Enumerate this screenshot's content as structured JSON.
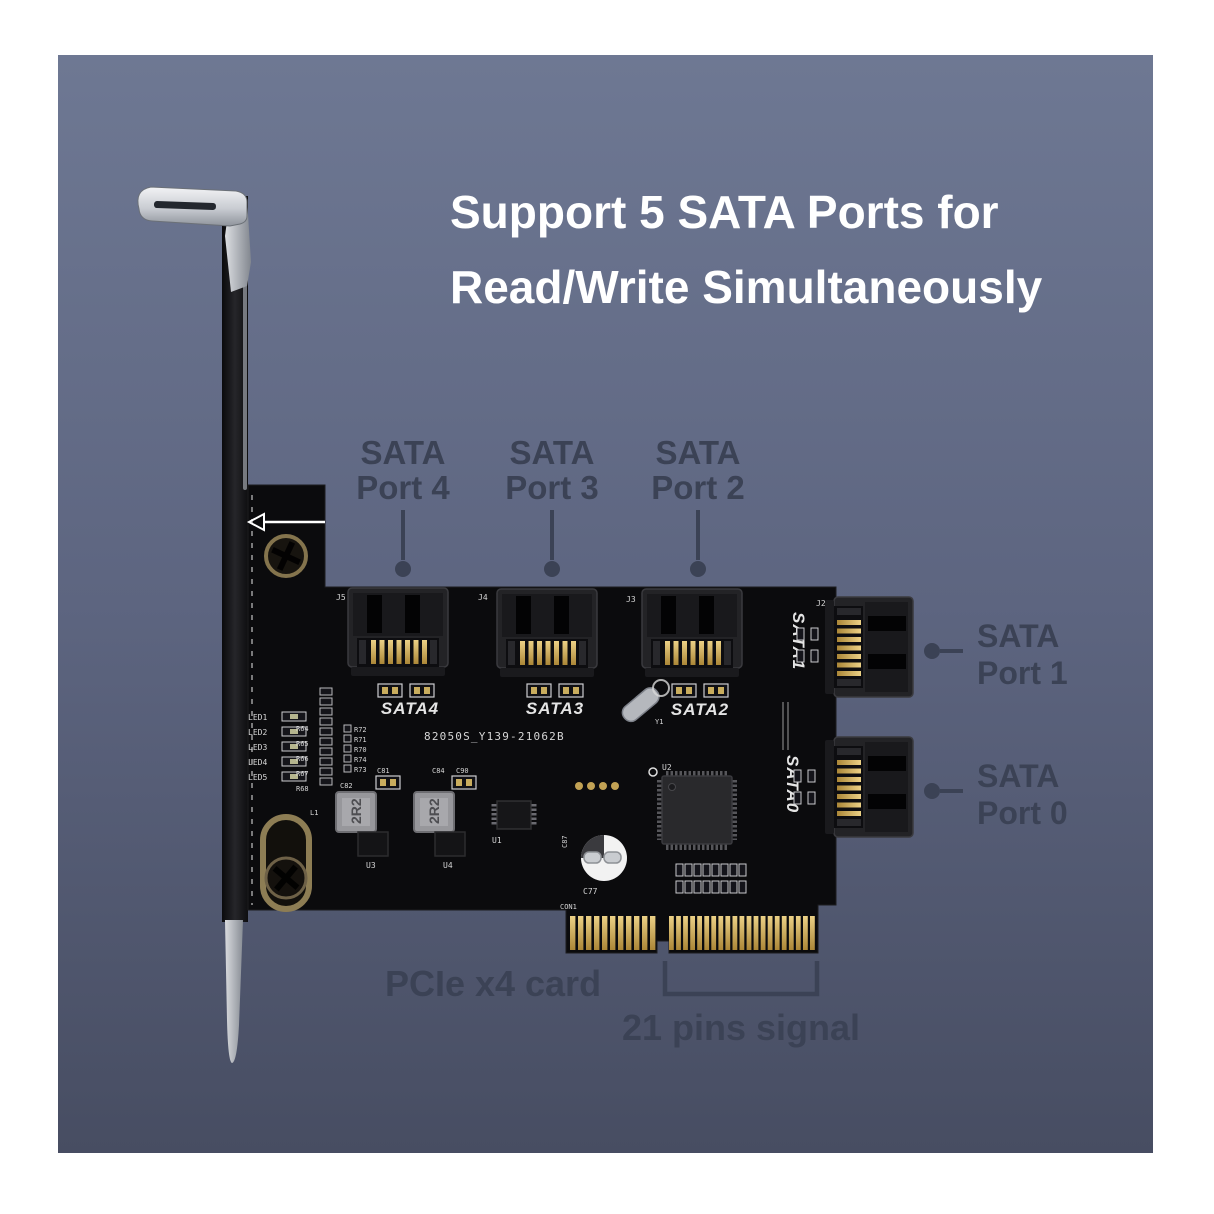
{
  "title": {
    "line1": "Support 5 SATA Ports for",
    "line2": "Read/Write Simultaneously"
  },
  "callouts": {
    "top": [
      {
        "line1": "SATA",
        "line2": "Port 4"
      },
      {
        "line1": "SATA",
        "line2": "Port 3"
      },
      {
        "line1": "SATA",
        "line2": "Port 2"
      }
    ],
    "right": [
      {
        "line1": "SATA",
        "line2": "Port 1"
      },
      {
        "line1": "SATA",
        "line2": "Port 0"
      }
    ],
    "bottom_left": "PCIe x4 card",
    "bottom_right": "21 pins signal"
  },
  "pcb": {
    "port_labels": [
      "SATA4",
      "SATA3",
      "SATA2"
    ],
    "right_port_labels": [
      "SATA1",
      "SATA0"
    ],
    "board_code": "82050S_Y139-21062B",
    "led_labels": [
      "LED1",
      "LED2",
      "LED3",
      "LED4",
      "LED5"
    ],
    "led_resistor_labels": [
      "R64",
      "R65",
      "R66",
      "R67",
      "R68"
    ],
    "resistor_cluster": [
      "R72",
      "R71",
      "R70",
      "R74",
      "R73"
    ],
    "inductor_value": "2R2",
    "component_labels": {
      "u1": "U1",
      "u2": "U2",
      "u3": "U3",
      "u4": "U4",
      "crystal": "Y1",
      "l1": "L1",
      "c81": "C81",
      "c84": "C84",
      "c90": "C90",
      "c82": "C82",
      "c87": "C87",
      "c77": "C77",
      "con": "CON1"
    },
    "connector_refs": [
      "J5",
      "J4",
      "J3",
      "J2"
    ]
  },
  "colors": {
    "background_top": "#6e7893",
    "background_bottom": "#474d62",
    "annotation": "#3b4255",
    "title_text": "#ffffff",
    "pcb_black": "#0b0b0d",
    "gold": "#c9a94f",
    "metal_silver": "#c3c7cd"
  }
}
